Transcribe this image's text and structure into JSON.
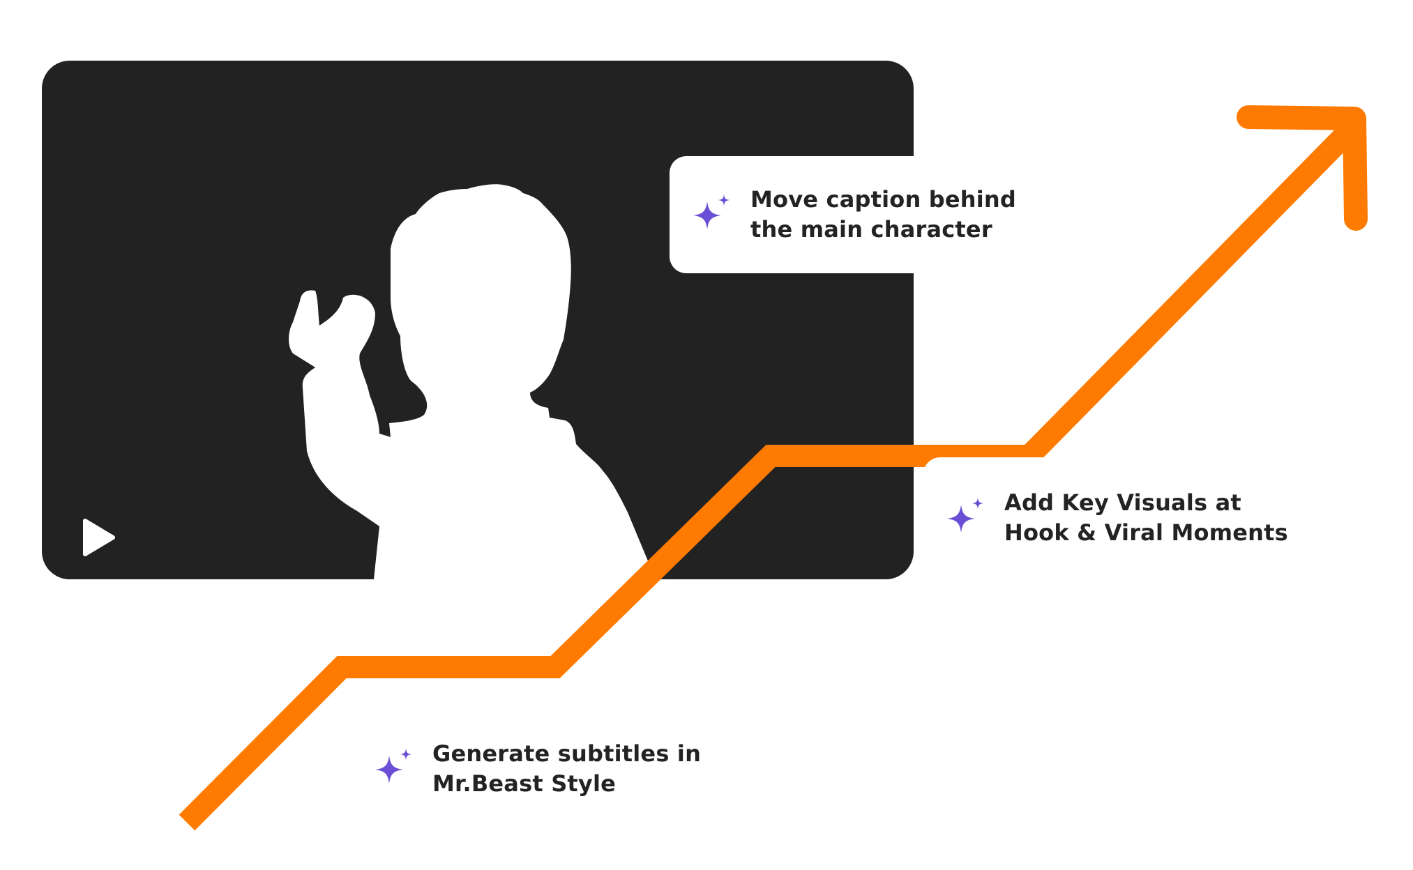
{
  "video": {
    "play_icon": "play-icon",
    "subject_icon": "person-silhouette"
  },
  "colors": {
    "frame": "#222222",
    "trend_line": "#FF7A00",
    "sparkle": "#6A4FD6",
    "card_text": "#232323"
  },
  "cards": [
    {
      "icon": "sparkle-icon",
      "line1": "Move caption behind",
      "line2": "the main character"
    },
    {
      "icon": "sparkle-icon",
      "line1": "Add Key Visuals at",
      "line2": "Hook & Viral Moments"
    },
    {
      "icon": "sparkle-icon",
      "line1": "Generate subtitles in",
      "line2": "Mr.Beast Style"
    }
  ]
}
